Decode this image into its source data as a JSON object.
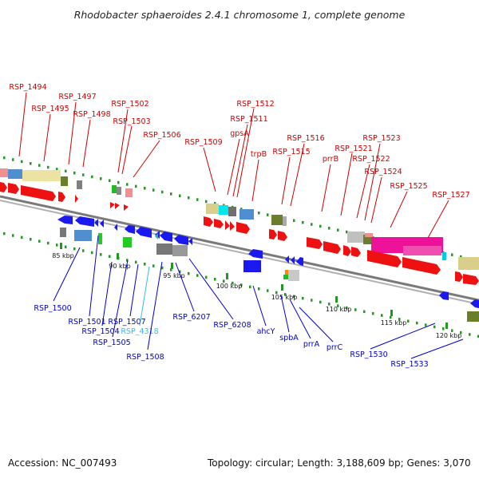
{
  "title": "Rhodobacter sphaeroides 2.4.1 chromosome 1, complete genome",
  "footer": {
    "accession": "Accession: NC_007493",
    "summary": "Topology: circular; Length: 3,188,609 bp; Genes: 3,070"
  },
  "colors": {
    "forward_label": "#cc0000",
    "reverse_label": "#0000cc",
    "highlight_label": "#33bbee",
    "backbone": "#8c8c8c",
    "forward_feature": "#ee1111",
    "reverse_feature": "#1a1aee",
    "tick": "#229922"
  },
  "ticks": [
    "85 kbp",
    "90 kbp",
    "95 kbp",
    "100 kbp",
    "105 kbp",
    "110 kbp",
    "115 kbp",
    "120 kbp"
  ],
  "labels_top": [
    "RSP_1494",
    "RSP_1495",
    "RSP_1497",
    "RSP_1498",
    "RSP_1502",
    "RSP_1503",
    "RSP_1506",
    "RSP_1509",
    "gpsA",
    "RSP_1511",
    "RSP_1512",
    "trpB",
    "RSP_1515",
    "RSP_1516",
    "prrB",
    "RSP_1521",
    "RSP_1522",
    "RSP_1523",
    "RSP_1524",
    "RSP_1525",
    "RSP_1527"
  ],
  "labels_bottom": [
    "RSP_1500",
    "RSP_1501",
    "RSP_1504",
    "RSP_1505",
    "RSP_1507",
    "RSP_4318",
    "RSP_1508",
    "RSP_6207",
    "RSP_6208",
    "ahcY",
    "spbA",
    "prrA",
    "prrC",
    "RSP_1530",
    "RSP_1533"
  ]
}
